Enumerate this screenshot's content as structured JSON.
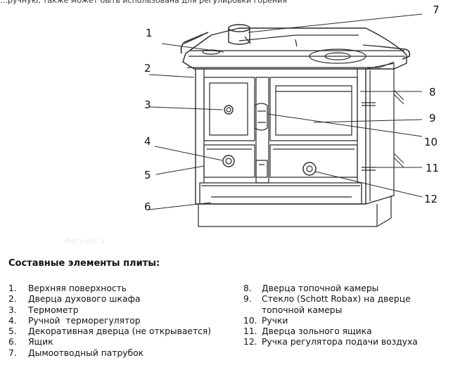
{
  "top_line": "…ручную, также может быть использована для регулировки горения",
  "figure_caption": "Рисунок 1",
  "callouts": [
    {
      "id": "1",
      "text": "1"
    },
    {
      "id": "2",
      "text": "2"
    },
    {
      "id": "3",
      "text": "3"
    },
    {
      "id": "4",
      "text": "4"
    },
    {
      "id": "5",
      "text": "5"
    },
    {
      "id": "6",
      "text": "6"
    },
    {
      "id": "7",
      "text": "7"
    },
    {
      "id": "8",
      "text": "8"
    },
    {
      "id": "9",
      "text": "9"
    },
    {
      "id": "10",
      "text": "10"
    },
    {
      "id": "11",
      "text": "11"
    },
    {
      "id": "12",
      "text": "12"
    }
  ],
  "parts_title": "Составные элементы плиты:",
  "parts_left": [
    {
      "num": "1.",
      "text": "Верхняя поверхность"
    },
    {
      "num": "2.",
      "text": "Дверца духового шкафа"
    },
    {
      "num": "3.",
      "text": "Термометр"
    },
    {
      "num": "4.",
      "text": "Ручной  терморегулятор"
    },
    {
      "num": "5.",
      "text": "Декоративная дверца (не открывается)"
    },
    {
      "num": "6.",
      "text": "Ящик"
    },
    {
      "num": "7.",
      "text": "Дымоотводный патрубок"
    }
  ],
  "parts_right": [
    {
      "num": "8.",
      "text": "Дверца топочной камеры"
    },
    {
      "num": "9.",
      "text": "Стекло (Schott Robax) на дверце"
    },
    {
      "num": "",
      "text": "топочной камеры"
    },
    {
      "num": "10.",
      "text": "Ручки"
    },
    {
      "num": "11.",
      "text": "Дверца зольного ящика"
    },
    {
      "num": "12.",
      "text": "Ручка регулятора подачи воздуха"
    }
  ]
}
